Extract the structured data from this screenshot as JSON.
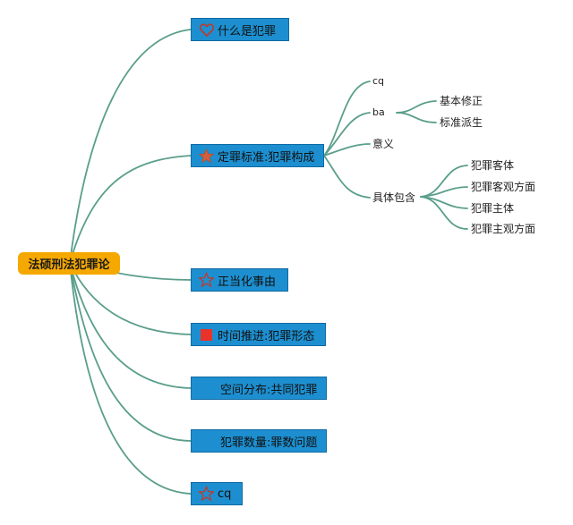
{
  "root": "法硕刑法犯罪论",
  "branches": [
    {
      "label": "什么是犯罪",
      "icon": "heart-icon"
    },
    {
      "label": "定罪标准:犯罪构成",
      "icon": "star-filled-icon"
    },
    {
      "label": "正当化事由",
      "icon": "star-outline-icon"
    },
    {
      "label": "时间推进:犯罪形态",
      "icon": "red-flag-icon"
    },
    {
      "label": "空间分布:共同犯罪",
      "icon": ""
    },
    {
      "label": "犯罪数量:罪数问题",
      "icon": ""
    },
    {
      "label": "cq",
      "icon": "star-outline-icon"
    }
  ],
  "sub": {
    "cq": "cq",
    "ba": "ba",
    "ba_children": [
      "基本修正",
      "标准派生"
    ],
    "yiyi": "意义",
    "juti": "具体包含",
    "juti_children": [
      "犯罪客体",
      "犯罪客观方面",
      "犯罪主体",
      "犯罪主观方面"
    ]
  },
  "colors": {
    "line": "#5a9e8b",
    "box": "#1d8fd0",
    "root": "#f5a800"
  }
}
